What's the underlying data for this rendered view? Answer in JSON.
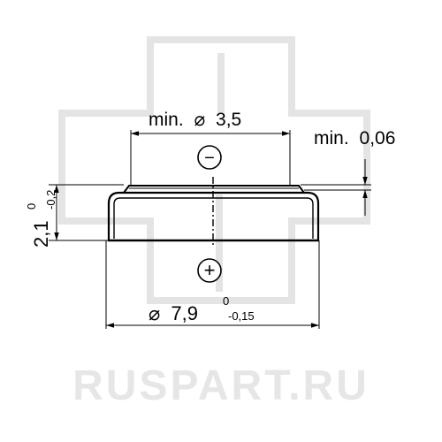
{
  "watermark": {
    "text": "RUSPART.RU",
    "color": "#e6e6e6"
  },
  "colors": {
    "line": "#000000",
    "background": "#ffffff"
  },
  "dimensions": {
    "top_dia": {
      "prefix": "min.",
      "symbol": "⌀",
      "value": "3,5"
    },
    "thickness_top": {
      "prefix": "min.",
      "value": "0,06"
    },
    "height": {
      "value": "2,1",
      "tol_upper": "0",
      "tol_lower": "-0,2"
    },
    "bottom_dia": {
      "symbol": "⌀",
      "value": "7,9",
      "tol_upper": "0",
      "tol_lower": "-0,15"
    }
  },
  "polarity": {
    "negative": "−",
    "positive": "+"
  }
}
